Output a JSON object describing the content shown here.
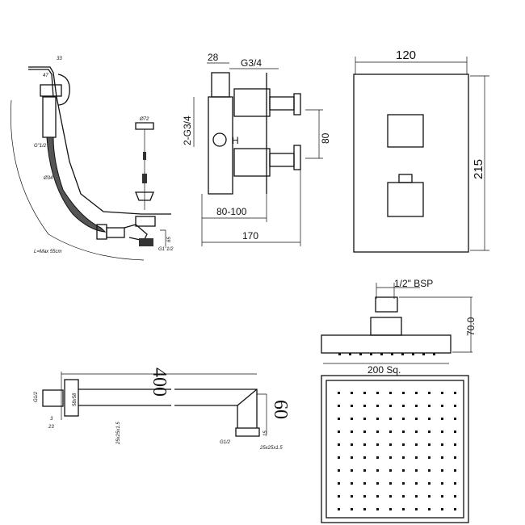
{
  "bath_waste": {
    "dim_top": "33",
    "dim_width": "47",
    "thread_inlet": "G\"1/2",
    "hose_diameter": "Ø34",
    "plug_diameter": "Ø72",
    "height": "65",
    "thread_outlet": "G1\"1/2",
    "length_note": "L=Max 55cm"
  },
  "valve_side": {
    "dim_28": "28",
    "thread_top": "G3/4",
    "thread_side": "2-G3/4",
    "dim_80": "80",
    "depth_range": "80-100",
    "total_depth": "170",
    "hot_mark": "H"
  },
  "valve_plate": {
    "width": "120",
    "height": "215"
  },
  "shower_arm": {
    "length": "400",
    "drop": "60",
    "thread_wall": "G1/2",
    "flange": "58x58",
    "dim_3": "3",
    "dim_23": "23",
    "tube": "25x25x1.5",
    "thread_head": "G1/2",
    "dim_15": "15",
    "tube_end": "25x25x1.5"
  },
  "shower_head": {
    "thread": "1/2\" BSP",
    "height": "70.0",
    "size": "200 Sq."
  }
}
